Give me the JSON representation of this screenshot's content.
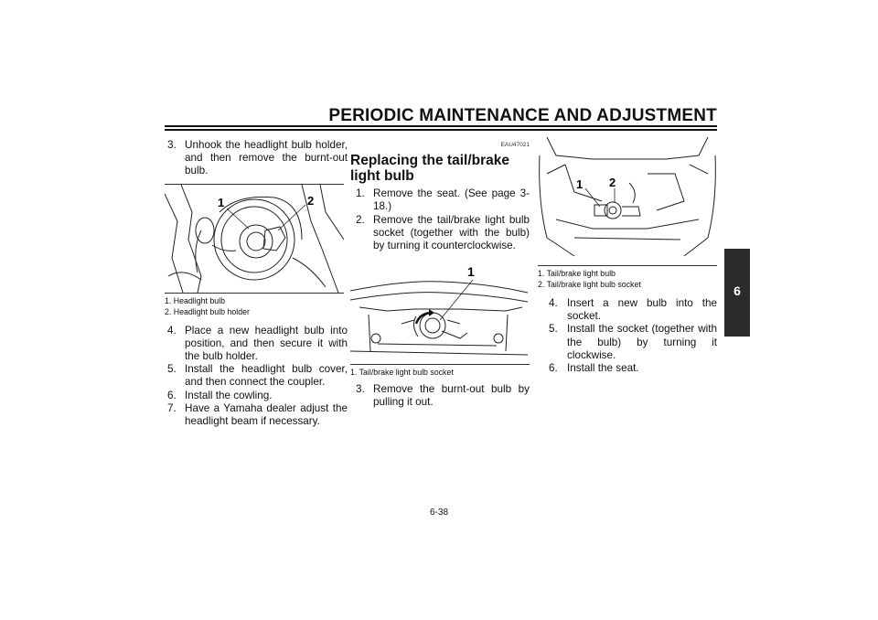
{
  "header": {
    "title": "PERIODIC MAINTENANCE AND ADJUSTMENT",
    "chapter_tab": "6"
  },
  "col1": {
    "step3": {
      "num": "3.",
      "text": "Unhook the headlight bulb holder, and then remove the burnt-out bulb."
    },
    "figure": {
      "callout1": "1",
      "callout2": "2",
      "captions": [
        "1. Headlight bulb",
        "2. Headlight bulb holder"
      ]
    },
    "steps": [
      {
        "num": "4.",
        "text": "Place a new headlight bulb into position, and then secure it with the bulb holder."
      },
      {
        "num": "5.",
        "text": "Install the headlight bulb cover, and then connect the coupler."
      },
      {
        "num": "6.",
        "text": "Install the cowling."
      },
      {
        "num": "7.",
        "text": "Have a Yamaha dealer adjust the headlight beam if necessary."
      }
    ]
  },
  "col2": {
    "code": "EAU47021",
    "title": "Replacing the tail/brake light bulb",
    "steps": [
      {
        "num": "1.",
        "text": "Remove the seat. (See page 3-18.)"
      },
      {
        "num": "2.",
        "text": "Remove the tail/brake light bulb socket (together with the bulb) by turning it counterclockwise."
      }
    ],
    "figure": {
      "callout1": "1",
      "captions": [
        "1. Tail/brake light bulb socket"
      ]
    },
    "step3": {
      "num": "3.",
      "text": "Remove the burnt-out bulb by pulling it out."
    }
  },
  "col3": {
    "figure": {
      "callout1": "1",
      "callout2": "2",
      "captions": [
        "1. Tail/brake light bulb",
        "2. Tail/brake light bulb socket"
      ]
    },
    "steps": [
      {
        "num": "4.",
        "text": "Insert a new bulb into the socket."
      },
      {
        "num": "5.",
        "text": "Install the socket (together with the bulb) by turning it clockwise."
      },
      {
        "num": "6.",
        "text": "Install the seat."
      }
    ]
  },
  "page_number": "6-38"
}
